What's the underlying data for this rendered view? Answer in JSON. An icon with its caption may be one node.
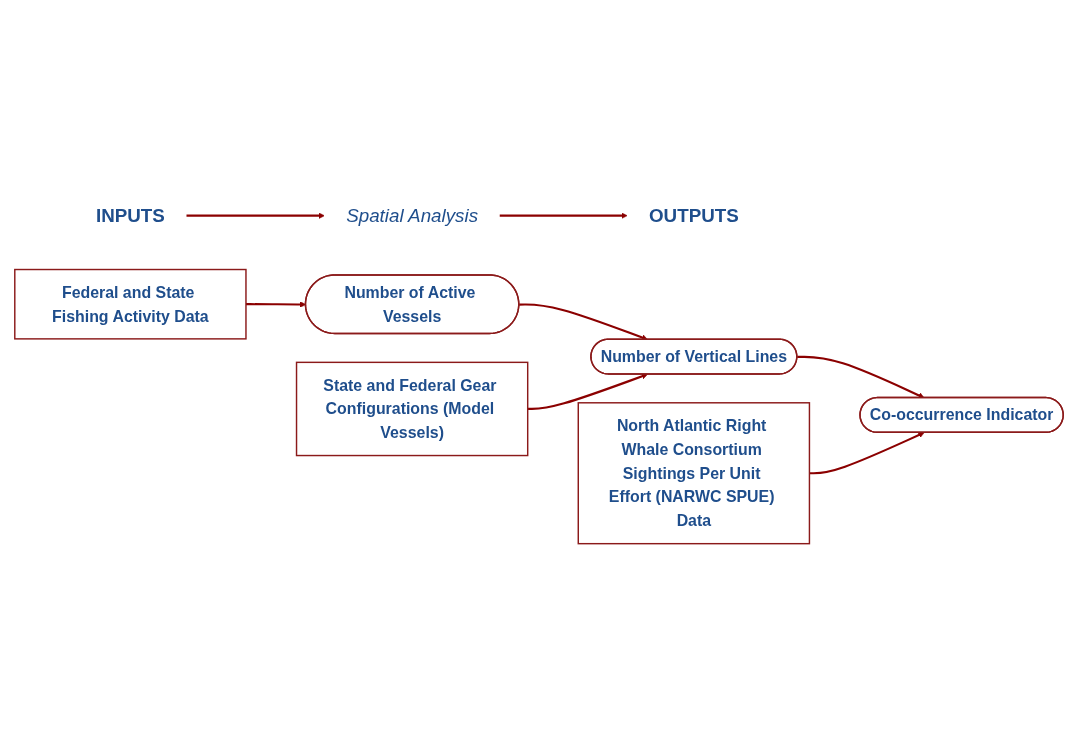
{
  "diagram": {
    "nodes": [
      {
        "text": [
          "INPUTS"
        ]
      },
      {
        "text": [
          "Spatial Analysis"
        ]
      },
      {
        "text": [
          "OUTPUTS"
        ]
      },
      {
        "text": [
          "Federal and State Fishing Activity Data"
        ]
      },
      {
        "text": [
          "Number of Active Vessels"
        ]
      },
      {
        "text": [
          "State and Federal Gear Configurations (Model Vessels)"
        ]
      },
      {
        "text": [
          "Number of Vertical Lines"
        ]
      },
      {
        "text": [
          "North Atlantic Right Whale Consortium Sightings Per Unit Effort (NARWC SPUE) Data"
        ]
      },
      {
        "text": [
          "Co-occurrence Indicator"
        ]
      }
    ],
    "edges": [
      {
        "from": 0,
        "to": 1,
        "arrow": "to"
      },
      {
        "from": 1,
        "to": 2,
        "arrow": "to"
      },
      {
        "from": 3,
        "to": 4,
        "arrow": "to"
      },
      {
        "from": 4,
        "to": 6,
        "arrow": "to"
      },
      {
        "from": 5,
        "to": 6,
        "arrow": "to"
      },
      {
        "from": 6,
        "to": 8,
        "arrow": "to"
      },
      {
        "from": 7,
        "to": 8,
        "arrow": "to"
      }
    ]
  }
}
